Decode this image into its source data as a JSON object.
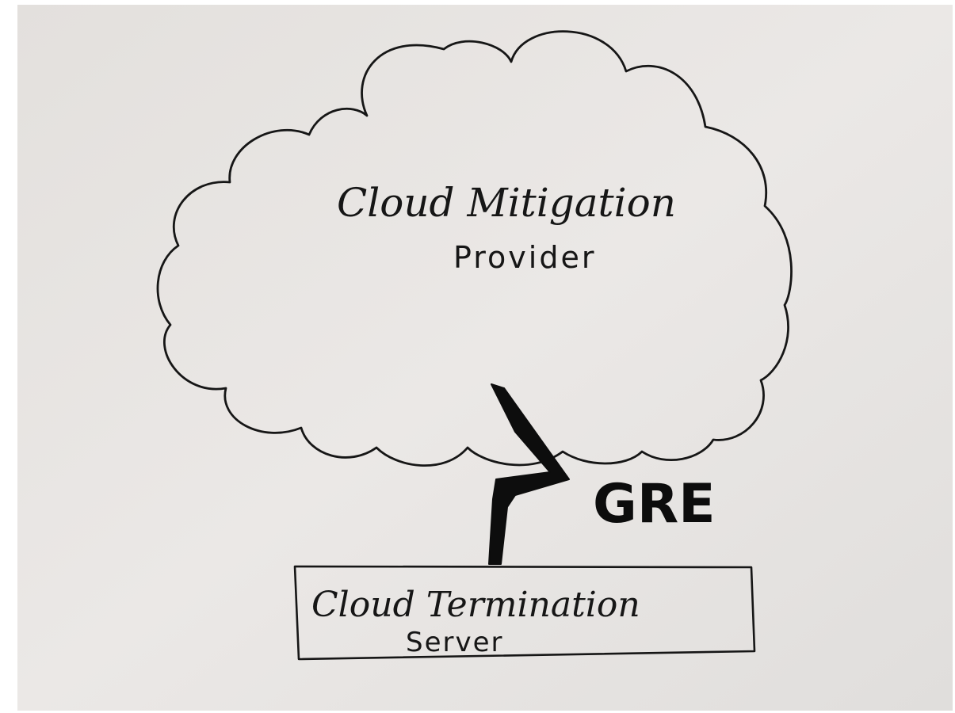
{
  "diagram": {
    "cloud": {
      "label_line1": "Cloud Mitigation",
      "label_line2": "Provider"
    },
    "tunnel": {
      "label": "GRE",
      "icon": "lightning-bolt-icon"
    },
    "server": {
      "label_line1": "Cloud Termination",
      "label_line2": "Server"
    }
  },
  "colors": {
    "paper": "#e6e3e1",
    "ink": "#161616"
  }
}
